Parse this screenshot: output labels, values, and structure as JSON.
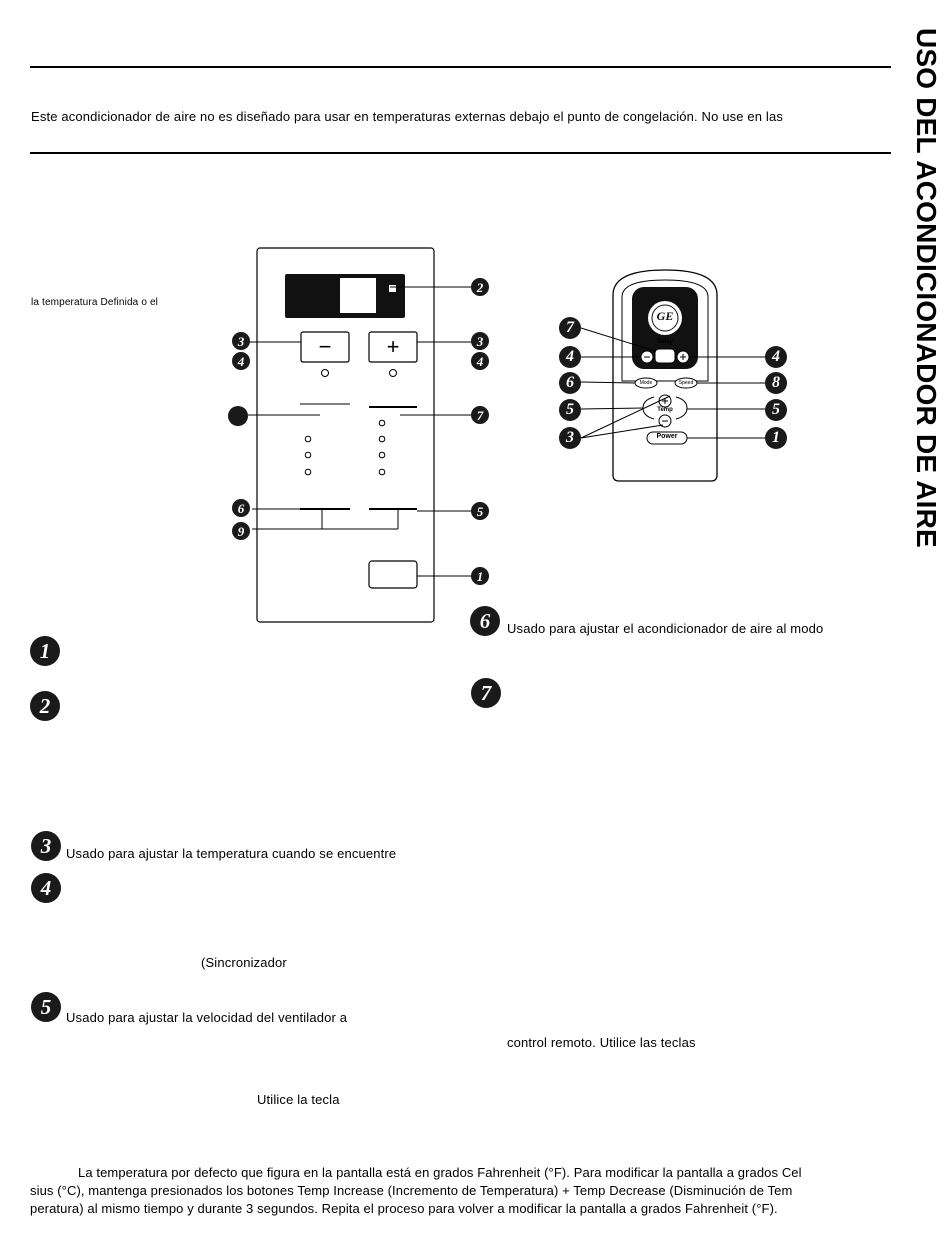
{
  "page": {
    "side_title": "USO DEL ACONDICIONADOR DE AIRE",
    "intro_text": "Este acondicionador de aire no es diseñado para usar en temperaturas externas debajo el punto de congelación. No use en las",
    "left_fragment": "la temperatura Definida o el"
  },
  "panel": {
    "callouts_left": [
      "3",
      "4",
      "",
      "6",
      "9"
    ],
    "callouts_right": [
      "2",
      "3",
      "4",
      "7",
      "5",
      "1"
    ],
    "minus_symbol": "−",
    "plus_symbol": "+"
  },
  "remote": {
    "logo": "GE",
    "delay_label": "Delay",
    "temp_label": "Temp",
    "mode_label": "Mode",
    "speed_label": "Speed",
    "power_label": "Power",
    "callouts_left": [
      "7",
      "4",
      "6",
      "5",
      "3"
    ],
    "callouts_right": [
      "4",
      "8",
      "5",
      "1"
    ]
  },
  "features": {
    "f1": {
      "num": "1",
      "text": ""
    },
    "f2": {
      "num": "2",
      "text": ""
    },
    "f3": {
      "num": "3",
      "text": "Usado para ajustar la temperatura cuando se encuentre"
    },
    "f4": {
      "num": "4",
      "text": ""
    },
    "f4_extra": "(Sincronizador",
    "f5": {
      "num": "5",
      "text": "Usado para ajustar la velocidad del ventilador a"
    },
    "f5_extra": "Utilice la tecla",
    "f6": {
      "num": "6",
      "text": "Usado para ajustar el acondicionador de aire al modo"
    },
    "f7": {
      "num": "7",
      "text": ""
    },
    "f7_extra": "control remoto. Utilice las teclas"
  },
  "footer": {
    "line1": "La temperatura por defecto que figura en la pantalla está en grados Fahrenheit (°F). Para modificar la pantalla a grados Cel",
    "line2": "sius (°C), mantenga presionados  los botones Temp Increase (Incremento de Temperatura) + Temp Decrease  (Disminución de Tem",
    "line3": "peratura)    al mismo tiempo y durante 3 segundos. Repita el proceso para volver a modificar la pantalla a grados Fahrenheit (°F)."
  }
}
